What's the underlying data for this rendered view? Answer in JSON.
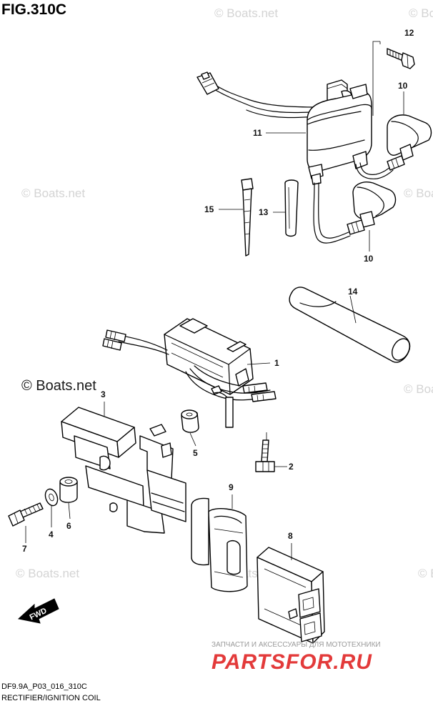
{
  "figure_title": "FIG.310C",
  "footer": {
    "code": "DF9.9A_P03_016_310C",
    "caption": "RECTIFIER/IGNITION COIL"
  },
  "watermarks": {
    "text": "© Boats.net",
    "prominent": "© Boats.net"
  },
  "shop_banner": {
    "tagline": "ЗАПЧАСТИ И АКСЕССУАРЫ ДЛЯ МОТОТЕХНИКИ",
    "logo": "PARTSFOR.RU"
  },
  "direction_badge": "FWD",
  "callouts": {
    "c1": "1",
    "c2": "2",
    "c3": "3",
    "c4": "4",
    "c5": "5",
    "c6": "6",
    "c7": "7",
    "c8": "8",
    "c9": "9",
    "c10a": "10",
    "c10b": "10",
    "c11": "11",
    "c12": "12",
    "c13": "13",
    "c14": "14",
    "c15": "15"
  },
  "colors": {
    "logo_red": "#e33a3a",
    "watermark_gray": "#d4d4d4"
  }
}
